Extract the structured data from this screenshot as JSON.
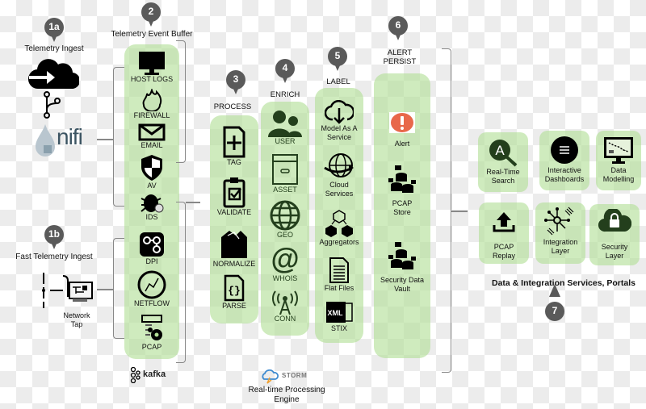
{
  "stages": {
    "s1a": {
      "num": "1a",
      "title": "Telemetry Ingest",
      "tool": "nifi"
    },
    "s1b": {
      "num": "1b",
      "title": "Fast Telemetry Ingest",
      "tap_label_1": "Network",
      "tap_label_2": "Tap"
    },
    "s2": {
      "num": "2",
      "title": "Telemetry Event Buffer",
      "items": [
        "HOST LOGS",
        "FIREWALL",
        "EMAIL",
        "AV",
        "IDS",
        "DPI",
        "NETFLOW",
        "PCAP"
      ],
      "footer": "kafka"
    },
    "s3": {
      "num": "3",
      "title": "PROCESS",
      "items": [
        "TAG",
        "VALIDATE",
        "NORMALIZE",
        "PARSE"
      ]
    },
    "s4": {
      "num": "4",
      "title": "ENRICH",
      "items": [
        "USER",
        "ASSET",
        "GEO",
        "WHOIS",
        "CONN"
      ]
    },
    "s5": {
      "num": "5",
      "title": "LABEL",
      "items": [
        "Model As A|Service",
        "Cloud|Services",
        "Aggregators",
        "Flat Files",
        "STIX"
      ]
    },
    "s6": {
      "num": "6",
      "title_1": "ALERT",
      "title_2": "PERSIST",
      "items": [
        "Alert",
        "PCAP|Store",
        "Security Data|Vault"
      ]
    },
    "s7": {
      "num": "7",
      "title": "Data & Integration Services, Portals",
      "tiles": [
        "Real-Time|Search",
        "Interactive|Dashboards",
        "Data|Modelling",
        "PCAP|Replay",
        "Integration|Layer",
        "Security|Layer"
      ]
    },
    "engine": {
      "brand": "STORM",
      "caption_1": "Real-time Processing",
      "caption_2": "Engine"
    }
  },
  "colors": {
    "pin": "#5a5a5a",
    "column": "#b2de96",
    "alert": "#e8684a",
    "icon_dark": "#233f1c"
  }
}
